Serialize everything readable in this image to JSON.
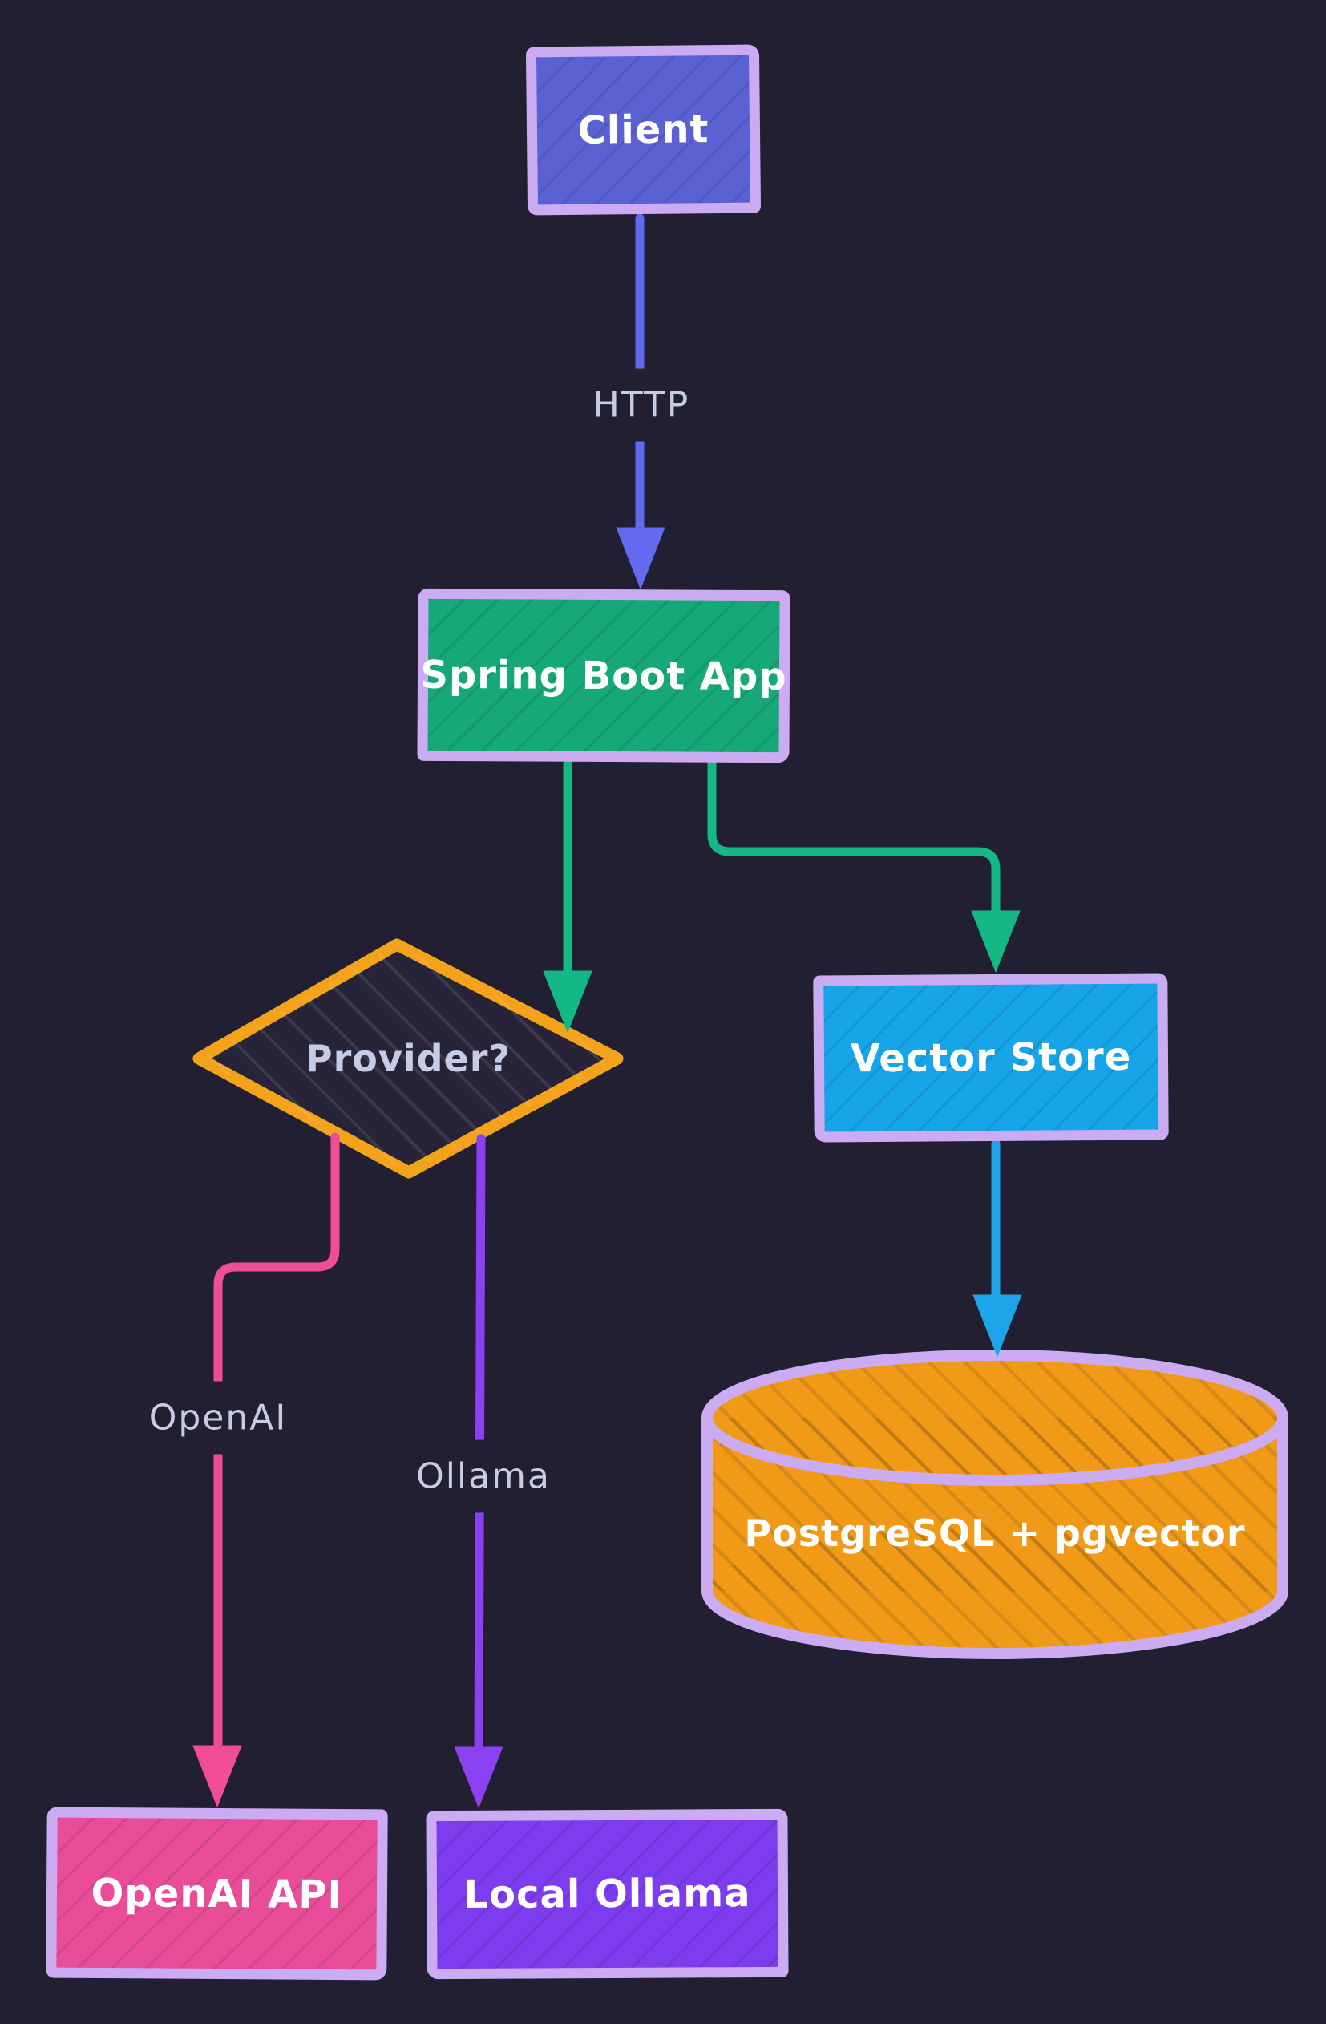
{
  "diagram": {
    "type": "flowchart",
    "style": "hand-drawn dark theme"
  },
  "colors": {
    "background": "#221f32",
    "node_border": "#cbabf1",
    "node_label_text": "#ffffff",
    "edge_label_text": "#c6cbe8"
  },
  "nodes": {
    "client": {
      "label": "Client",
      "shape": "rectangle",
      "fill": "#5a61d2"
    },
    "spring_boot": {
      "label": "Spring Boot App",
      "shape": "rectangle",
      "fill": "#16a878"
    },
    "provider": {
      "label": "Provider?",
      "shape": "diamond",
      "fill": "#272439",
      "stroke": "#f3a21c"
    },
    "vector_store": {
      "label": "Vector Store",
      "shape": "rectangle",
      "fill": "#16a5e8"
    },
    "postgres": {
      "label": "PostgreSQL + pgvector",
      "shape": "cylinder",
      "fill": "#f09a18"
    },
    "openai_api": {
      "label": "OpenAI API",
      "shape": "rectangle",
      "fill": "#e94d99"
    },
    "local_ollama": {
      "label": "Local Ollama",
      "shape": "rectangle",
      "fill": "#7d3cee"
    }
  },
  "edges": {
    "client_to_spring": {
      "from": "client",
      "to": "spring_boot",
      "label": "HTTP",
      "color": "#626af0"
    },
    "spring_to_provider": {
      "from": "spring_boot",
      "to": "provider",
      "label": "",
      "color": "#14b885"
    },
    "spring_to_vector": {
      "from": "spring_boot",
      "to": "vector_store",
      "label": "",
      "color": "#14b885"
    },
    "vector_to_postgres": {
      "from": "vector_store",
      "to": "postgres",
      "label": "",
      "color": "#1ea4e9"
    },
    "provider_to_openai": {
      "from": "provider",
      "to": "openai_api",
      "label": "OpenAI",
      "color": "#ef4e96"
    },
    "provider_to_ollama": {
      "from": "provider",
      "to": "local_ollama",
      "label": "Ollama",
      "color": "#8b41f2"
    }
  }
}
